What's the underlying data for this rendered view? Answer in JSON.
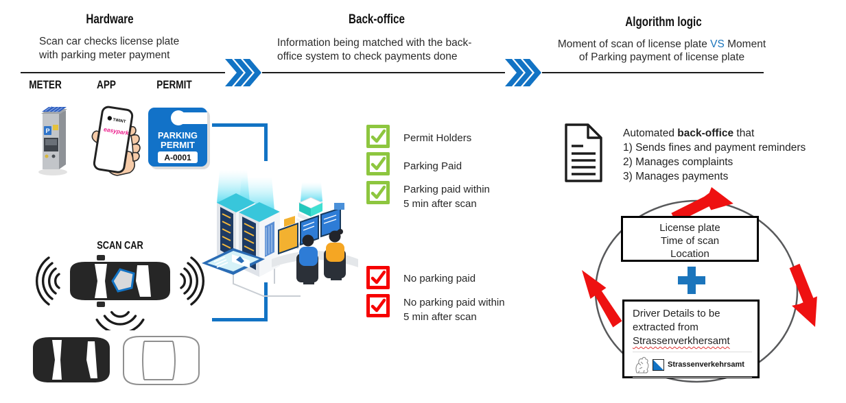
{
  "hardware": {
    "title": "Hardware",
    "subtitle": "Scan car checks license plate\nwith parking meter payment",
    "labels": {
      "meter": "METER",
      "app": "APP",
      "permit": "PERMIT"
    },
    "meter_icon": {
      "p_badge": "P"
    },
    "app_screen": {
      "brand": "TWINT",
      "app": "easypark"
    },
    "permit_tag": {
      "line1": "PARKING",
      "line2": "PERMIT",
      "code": "A-0001"
    },
    "scan_car_label": "SCAN CAR"
  },
  "back_office": {
    "title": "Back-office",
    "subtitle": "Information being matched with the back-\noffice system to check payments done",
    "pass_items": [
      "Permit Holders",
      "Parking Paid",
      "Parking paid within\n5 min after scan"
    ],
    "fail_items": [
      "No parking paid",
      "No parking paid within\n5 min after scan"
    ]
  },
  "algorithm": {
    "title": "Algorithm logic",
    "subtitle_part1": "Moment of scan of license plate ",
    "subtitle_vs": "VS",
    "subtitle_part2": " Moment",
    "subtitle_line2": "of Parking payment of license plate",
    "automated": {
      "pre": "Automated ",
      "bold": "back-office",
      "post": " that"
    },
    "functions": [
      "1) Sends fines and payment reminders",
      "2) Manages complaints",
      "3) Manages payments"
    ],
    "cycle": {
      "scan_box": "License plate\nTime of scan\nLocation",
      "plus": "+",
      "driver_box_line1": "Driver Details to be",
      "driver_box_line2": "extracted from",
      "driver_box_line3": "Strassenverkhersamt",
      "logo_label": "Strassenverkehrsamt"
    }
  },
  "colors": {
    "accent_blue": "#1273C4",
    "check_green": "#8DC63F",
    "check_red": "#F60000",
    "beam_teal": "#38C6DB",
    "arrow_red": "#EE1111"
  }
}
